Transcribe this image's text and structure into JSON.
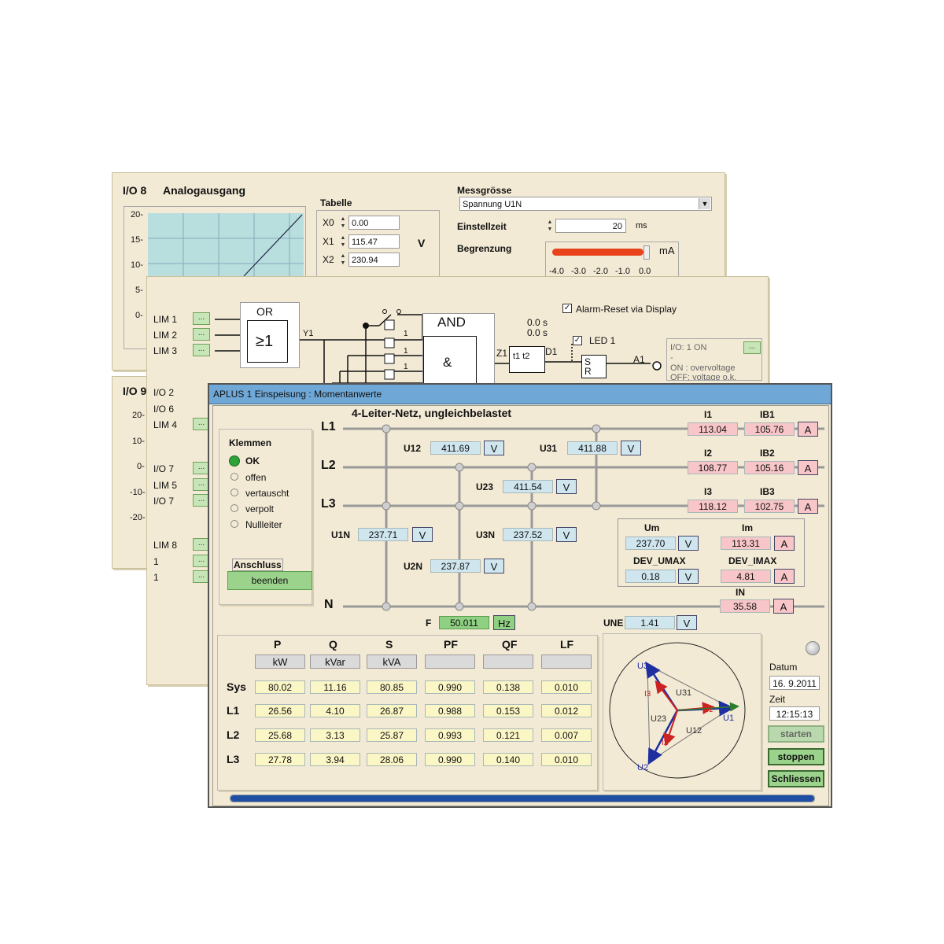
{
  "w1": {
    "title_id": "I/O 8",
    "title": "Analogausgang",
    "y_ticks": [
      "20-",
      "15-",
      "10-",
      "5-",
      "0-"
    ],
    "tabelle_label": "Tabelle",
    "rows": [
      {
        "key": "X0",
        "value": "0.00"
      },
      {
        "key": "X1",
        "value": "115.47"
      },
      {
        "key": "X2",
        "value": "230.94"
      }
    ],
    "table_unit": "V",
    "messgroesse_label": "Messgrösse",
    "messgroesse_value": "Spannung U1N",
    "einstellzeit_label": "Einstellzeit",
    "einstellzeit_value": "20",
    "einstellzeit_unit": "ms",
    "begrenzung_label": "Begrenzung",
    "begrenzung_unit": "mA",
    "slider_ticks": [
      "-4.0",
      "-3.0",
      "-2.0",
      "-1.0",
      "0.0"
    ],
    "colors": {
      "slider": "#e8431a",
      "plot_bg": "#b8dede"
    }
  },
  "w2": {
    "lim_labels": [
      "LIM 1",
      "LIM 2",
      "LIM 3"
    ],
    "or_label": "OR",
    "ge1_label": "≥1",
    "y1_label": "Y1",
    "and_label": "AND",
    "amp_label": "&",
    "t1": "0.0 s",
    "t2": "0.0 s",
    "z1_label": "Z1",
    "timer_label": "t1 t2",
    "d1_label": "D1",
    "alarm_reset_label": "Alarm-Reset via Display",
    "led_label": "LED 1",
    "s_label": "S",
    "r_label": "R",
    "a1_label": "A1",
    "io_label": "I/O: 1 ON",
    "io_dash": "-",
    "on_text": "ON : overvoltage",
    "off_text": "OFF: voltage o.k.",
    "sw_ones": [
      "1",
      "1",
      "1"
    ],
    "btn_label": "..."
  },
  "w3": {
    "title_id": "I/O 9",
    "io_labels": [
      "I/O 2",
      "I/O 6",
      "LIM 4",
      "I/O 7",
      "LIM 5",
      "I/O 7",
      "LIM 8",
      "1",
      "1"
    ],
    "y_ticks": [
      "20-",
      "10-",
      "0-",
      "-10-",
      "-20-"
    ]
  },
  "main": {
    "title": "APLUS 1 Einspeisung  : Momentanwerte",
    "subtitle": "4-Leiter-Netz, ungleichbelastet",
    "line_labels": [
      "L1",
      "L2",
      "L3",
      "N"
    ],
    "klemmen": {
      "label": "Klemmen",
      "options": [
        "OK",
        "offen",
        "vertauscht",
        "verpolt",
        "Nullleiter"
      ],
      "anschluss_label": "Anschluss",
      "beenden_label": "beenden"
    },
    "u12": {
      "label": "U12",
      "value": "411.69",
      "unit": "V"
    },
    "u31": {
      "label": "U31",
      "value": "411.88",
      "unit": "V"
    },
    "u23": {
      "label": "U23",
      "value": "411.54",
      "unit": "V"
    },
    "u1n": {
      "label": "U1N",
      "value": "237.71",
      "unit": "V"
    },
    "u3n": {
      "label": "U3N",
      "value": "237.52",
      "unit": "V"
    },
    "u2n": {
      "label": "U2N",
      "value": "237.87",
      "unit": "V"
    },
    "i1": {
      "label": "I1",
      "value": "113.04"
    },
    "ib1": {
      "label": "IB1",
      "value": "105.76",
      "unit": "A"
    },
    "i2": {
      "label": "I2",
      "value": "108.77"
    },
    "ib2": {
      "label": "IB2",
      "value": "105.16",
      "unit": "A"
    },
    "i3": {
      "label": "I3",
      "value": "118.12"
    },
    "ib3": {
      "label": "IB3",
      "value": "102.75",
      "unit": "A"
    },
    "um": {
      "label": "Um",
      "value": "237.70",
      "unit": "V"
    },
    "im": {
      "label": "Im",
      "value": "113.31",
      "unit": "A"
    },
    "dev_umax": {
      "label": "DEV_UMAX",
      "value": "0.18",
      "unit": "V"
    },
    "dev_imax": {
      "label": "DEV_IMAX",
      "value": "4.81",
      "unit": "A"
    },
    "in": {
      "label": "IN",
      "value": "35.58",
      "unit": "A"
    },
    "freq": {
      "label": "F",
      "value": "50.011",
      "unit": "Hz"
    },
    "une": {
      "label": "UNE",
      "value": "1.41",
      "unit": "V"
    },
    "table": {
      "columns": [
        "P",
        "Q",
        "S",
        "PF",
        "QF",
        "LF"
      ],
      "units": [
        "kW",
        "kVar",
        "kVA",
        "",
        "",
        ""
      ],
      "rows": [
        {
          "label": "Sys",
          "values": [
            "80.02",
            "11.16",
            "80.85",
            "0.990",
            "0.138",
            "0.010"
          ]
        },
        {
          "label": "L1",
          "values": [
            "26.56",
            "4.10",
            "26.87",
            "0.988",
            "0.153",
            "0.012"
          ]
        },
        {
          "label": "L2",
          "values": [
            "25.68",
            "3.13",
            "25.87",
            "0.993",
            "0.121",
            "0.007"
          ]
        },
        {
          "label": "L3",
          "values": [
            "27.78",
            "3.94",
            "28.06",
            "0.990",
            "0.140",
            "0.010"
          ]
        }
      ]
    },
    "phasor": {
      "u1": "U1",
      "u2": "U2",
      "u3": "U3",
      "u12": "U12",
      "u23": "U23",
      "u31": "U31",
      "i1": "I1",
      "i2": "I2",
      "i3": "I3"
    },
    "datum_label": "Datum",
    "datum_value": "16. 9.2011",
    "zeit_label": "Zeit",
    "zeit_value": "12:15:13",
    "btn_starten": "starten",
    "btn_stoppen": "stoppen",
    "btn_schliessen": "Schliessen",
    "colors": {
      "titlebar": "#6fa8d6",
      "progress": "#1e4fa3",
      "green_led": "#2fa33a"
    }
  }
}
